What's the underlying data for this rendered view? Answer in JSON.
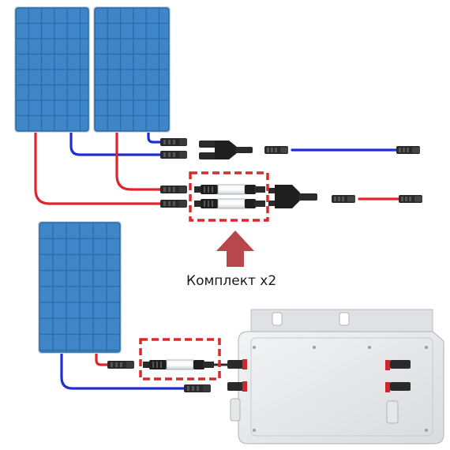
{
  "caption": "Комплект x2",
  "colors": {
    "panel_fill": "#3f86c9",
    "panel_grid": "#2b6aa6",
    "panel_frame": "#cfd8e0",
    "wire_red": "#e0242c",
    "wire_blue": "#1f2fd0",
    "highlight": "#d62b2b",
    "arrow": "#b8474b",
    "connector": "#2a2a2a",
    "inverter_body": "#e9eaec"
  },
  "icons": [
    "solar-panel",
    "mc4-connector",
    "y-branch-connector",
    "inline-fuse",
    "arrow-up",
    "microinverter"
  ]
}
